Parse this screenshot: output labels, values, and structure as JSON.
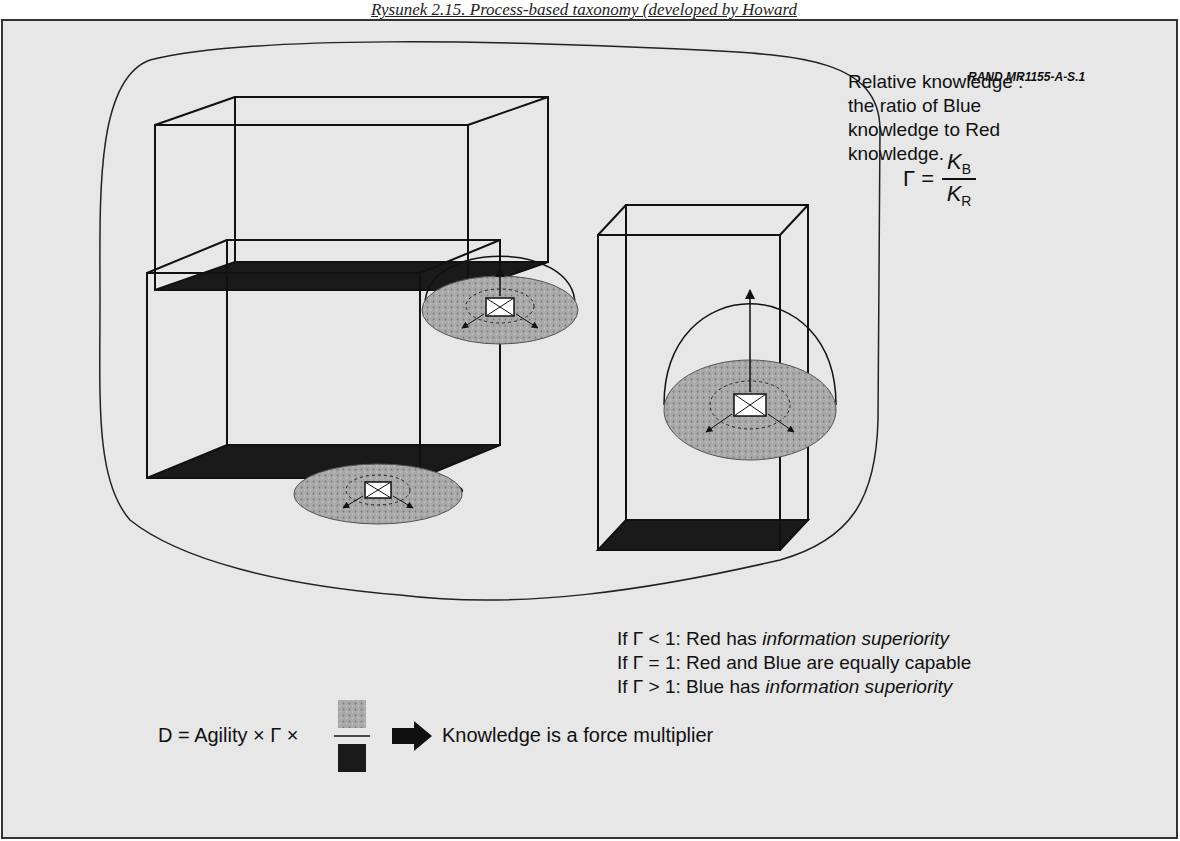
{
  "diagram": {
    "title": "Rysunek 2.15. Process-based taxonomy (developed by Howard",
    "labels": [
      "RAND MR1155-A-S.1",
      "Relative knowledge : the ratio of Blue knowledge to Red knowledge.",
      "Γ =",
      "K",
      "B",
      "K",
      "R",
      "If Γ < 1: Red has",
      "information superiority",
      "If Γ = 1: Red and Blue are equally capable",
      "If Γ > 1: Blue has",
      "information superiority",
      "D = Agility × Γ ×",
      "Knowledge is a force multiplier"
    ]
  }
}
